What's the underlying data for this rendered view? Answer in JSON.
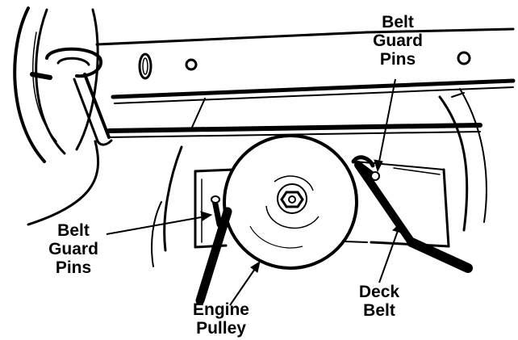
{
  "labels": {
    "belt_guard_pins_top": [
      "Belt",
      "Guard",
      "Pins"
    ],
    "belt_guard_pins_left": [
      "Belt",
      "Guard",
      "Pins"
    ],
    "engine_pulley": [
      "Engine",
      "Pulley"
    ],
    "deck_belt": [
      "Deck",
      "Belt"
    ]
  },
  "colors": {
    "ink": "#000000",
    "paper": "#ffffff"
  }
}
